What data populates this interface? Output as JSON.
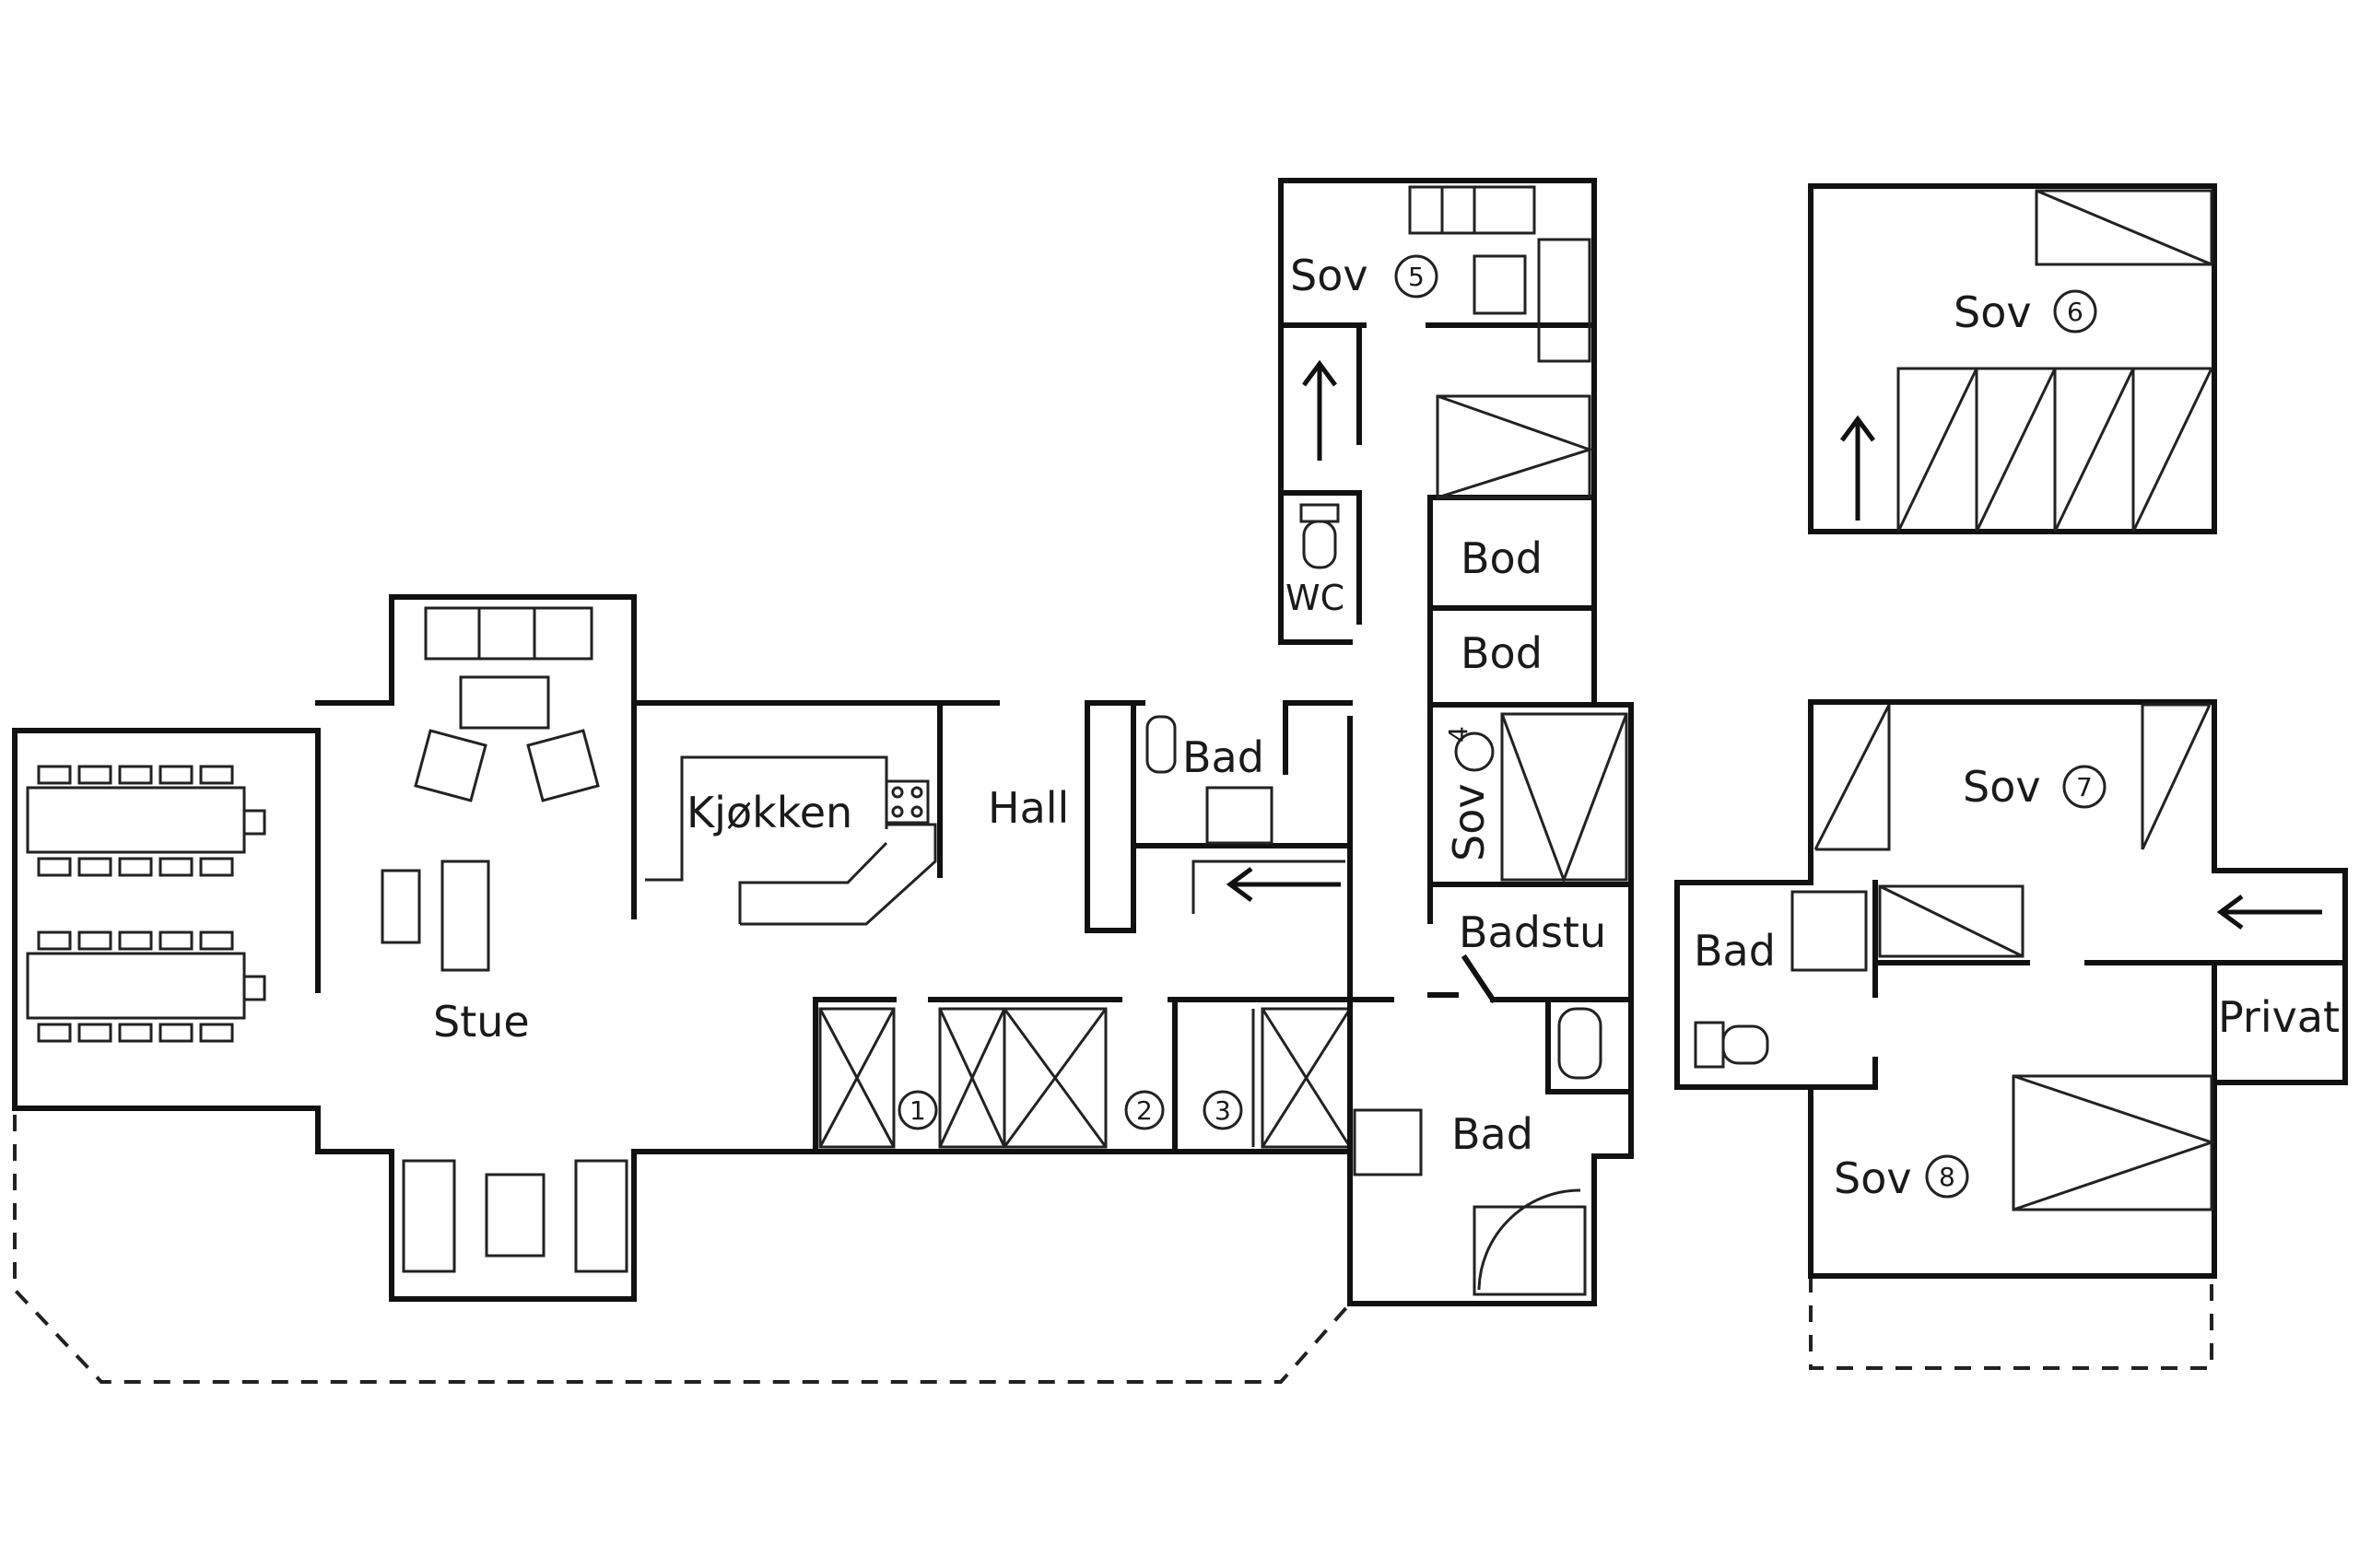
{
  "rooms": {
    "stue": "Stue",
    "kjokken": "Kjøkken",
    "hall": "Hall",
    "bad_hall": "Bad",
    "sov5": "Sov",
    "wc": "WC",
    "bod1": "Bod",
    "bod2": "Bod",
    "sov4": "Sov",
    "badstu": "Badstu",
    "bad_main": "Bad",
    "sov6": "Sov",
    "sov7": "Sov",
    "bad_annex": "Bad",
    "privat": "Privat",
    "sov8": "Sov"
  },
  "numbers": {
    "n1": "1",
    "n2": "2",
    "n3": "3",
    "n4": "4",
    "n5": "5",
    "n6": "6",
    "n7": "7",
    "n8": "8"
  }
}
